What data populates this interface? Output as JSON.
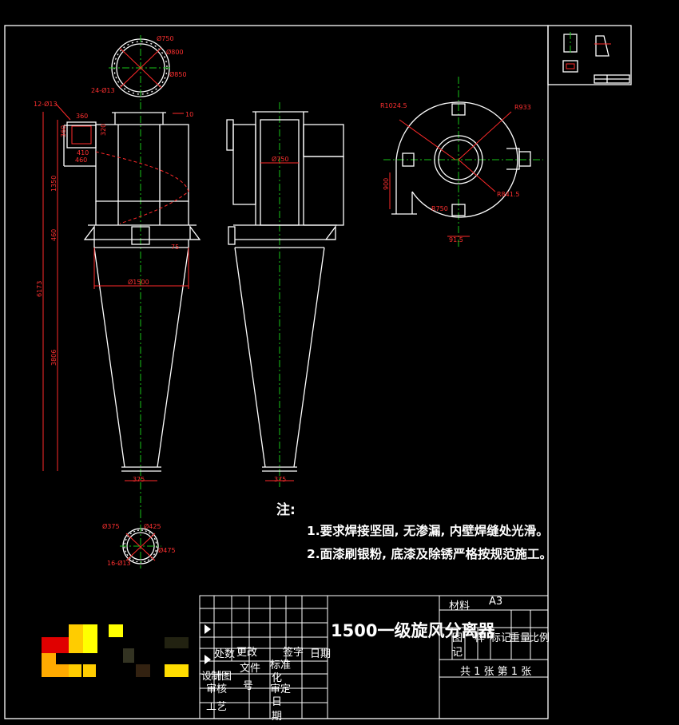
{
  "colors": {
    "background": "#000000",
    "outline": "#ffffff",
    "dimension": "#ff2a2a",
    "centerline": "#19c419"
  },
  "top_flange": {
    "labels": [
      "Ø750",
      "Ø800",
      "Ø850",
      "24-Ø13"
    ]
  },
  "bottom_flange": {
    "labels": [
      "Ø375",
      "Ø425",
      "Ø475",
      "16-Ø13"
    ]
  },
  "front_view": {
    "labels": [
      "12-Ø13",
      "360",
      "360",
      "320",
      "410",
      "460",
      "10",
      "1350",
      "460",
      "6173",
      "3806",
      "75",
      "Ø1500",
      "375"
    ]
  },
  "side_view": {
    "labels": [
      "Ø750",
      "375"
    ]
  },
  "plan_view": {
    "labels": [
      "R1024.5",
      "R933",
      "R841.5",
      "900",
      "R750",
      "91.5"
    ]
  },
  "notes": {
    "heading": "注:",
    "line1": "1.要求焊接坚固, 无渗漏, 内壁焊缝处光滑。",
    "line2": "2.面漆刷银粉, 底漆及除锈严格按规范施工。"
  },
  "title_block": {
    "title": "1500一级旋风分离器",
    "material_label": "材料",
    "material_value": "A3",
    "revision_header": [
      "处数",
      "更改",
      "文件",
      "号",
      "签字",
      "日期"
    ],
    "marks_header": [
      "图",
      "样",
      "标记",
      "重量",
      "比例"
    ],
    "sheet": "共 1 张  第 1 张",
    "sign_rows": [
      "设计",
      "制图",
      "审核",
      "工艺"
    ],
    "sign_right": [
      "标准",
      "化",
      "审定",
      "日",
      "期"
    ],
    "ji": "记"
  }
}
